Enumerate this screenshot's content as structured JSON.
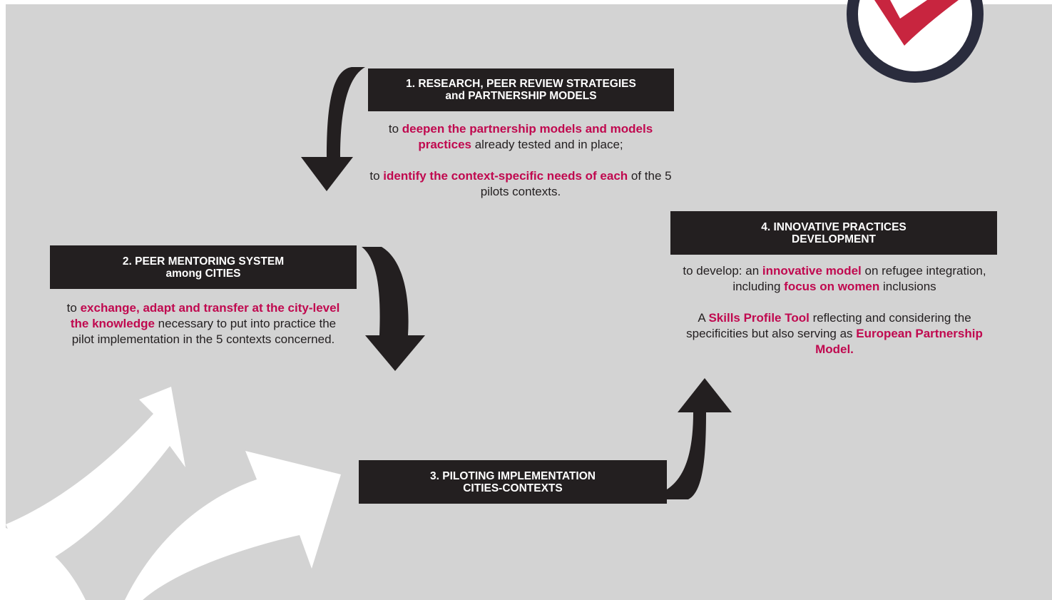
{
  "colors": {
    "background": "#d3d3d3",
    "box": "#231f20",
    "highlight": "#c0094f",
    "text": "#231f20",
    "logo_ring": "#2a2c3d",
    "logo_check": "#c8253f"
  },
  "steps": [
    {
      "title_line1": "1. RESEARCH, PEER REVIEW STRATEGIES",
      "title_line2": "and PARTNERSHIP MODELS",
      "p1": {
        "pre": "to ",
        "hl": "deepen the partnership models and models practices",
        "post": " already tested and in place;"
      },
      "p2": {
        "pre": "to ",
        "hl": "identify the context-specific needs of each",
        "post": " of the 5 pilots contexts."
      }
    },
    {
      "title_line1": "2. PEER MENTORING SYSTEM",
      "title_line2": "among CITIES",
      "p1": {
        "pre": "to ",
        "hl": "exchange, adapt and transfer at the city-level the knowledge",
        "post": " necessary to put into practice the pilot implementation in the 5 contexts concerned."
      }
    },
    {
      "title_line1": "3. PILOTING IMPLEMENTATION",
      "title_line2": "CITIES-CONTEXTS"
    },
    {
      "title_line1": "4. INNOVATIVE PRACTICES",
      "title_line2": "DEVELOPMENT",
      "p1": {
        "pre": "to develop: an ",
        "hl1": "innovative model",
        "mid": " on refugee integration, including ",
        "hl2": "focus on women",
        "post": " inclusions"
      },
      "p2": {
        "pre": "A ",
        "hl1": "Skills Profile Tool",
        "mid": " reflecting and considering the specificities but also serving as ",
        "hl2": "European Partnership Model."
      }
    }
  ]
}
